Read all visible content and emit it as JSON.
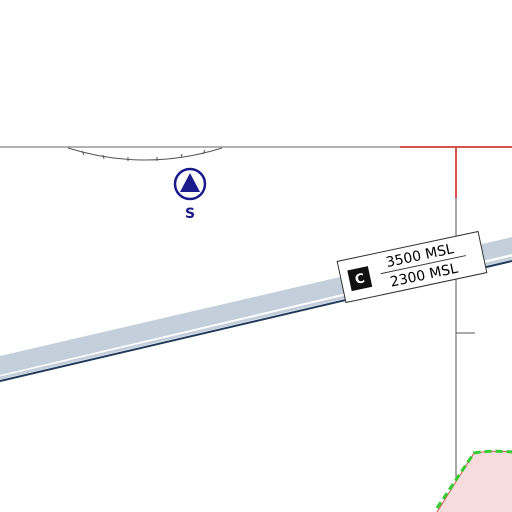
{
  "navaid": {
    "identifier": "S",
    "icon": "navaid-triangle-icon",
    "color": "#1a1a8c"
  },
  "airspace_label": {
    "class_letter": "C",
    "ceiling": "3500 MSL",
    "floor": "2300 MSL"
  },
  "colors": {
    "airway_band": "#c3d0dc",
    "airway_edge": "#1f3a5a",
    "boundary_red": "#d9534f",
    "zone_fill": "#f6dcdc",
    "zone_dash": "#33cc33",
    "compass_rose": "#555555",
    "grid_line": "#555555"
  }
}
